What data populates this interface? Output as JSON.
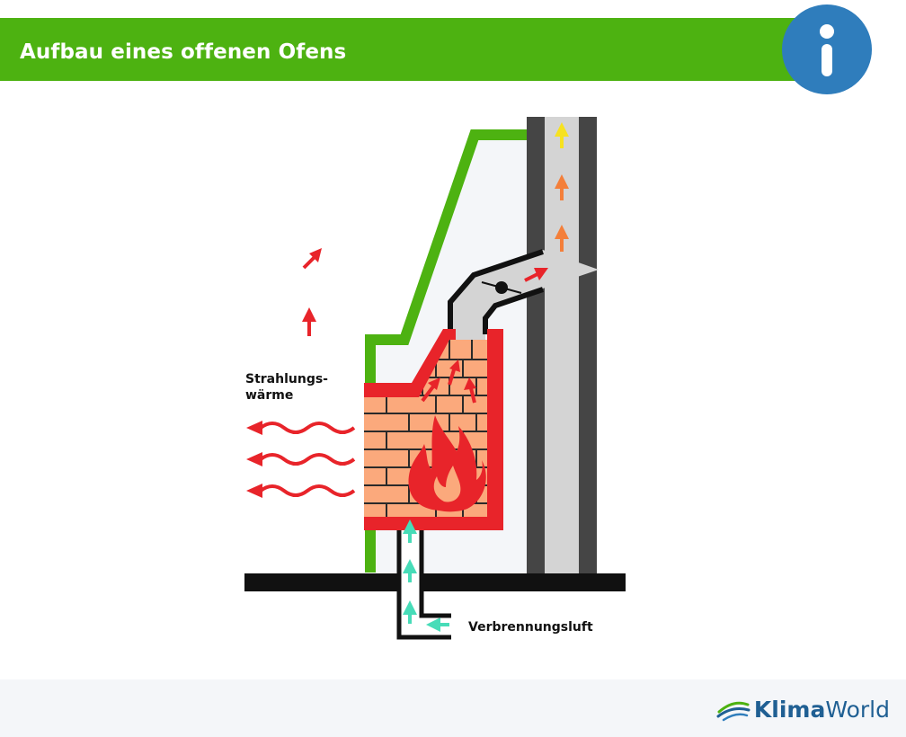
{
  "header": {
    "title": "Aufbau eines offenen Ofens"
  },
  "labels": {
    "radiant_heat_line1": "Strahlungs-",
    "radiant_heat_line2": "wärme",
    "combustion_air": "Verbrennungsluft"
  },
  "brand": {
    "strong": "Klima",
    "light": "World"
  },
  "colors": {
    "header_green": "#4db211",
    "info_blue": "#2f7dbc",
    "fire_red": "#e8242a",
    "brick_orange": "#fba97c",
    "air_teal": "#47dcb8",
    "exhaust_yellow": "#f7e21f",
    "exhaust_orange": "#f47f3a",
    "brand_blue": "#1f5f93"
  },
  "icons": {
    "info": "info-icon",
    "logo": "klimaworld-logo-icon"
  }
}
